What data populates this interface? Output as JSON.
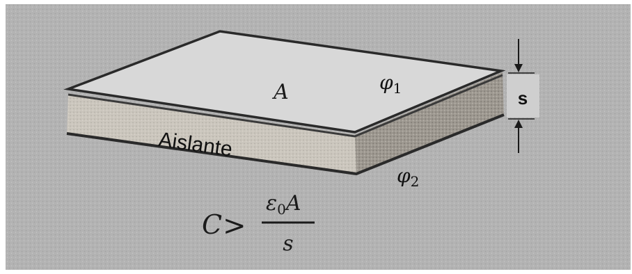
{
  "diagram": {
    "plate_label": "A",
    "insulator_label": "Aislante",
    "phi_top": {
      "symbol": "φ",
      "subscript": "1"
    },
    "phi_bottom": {
      "symbol": "φ",
      "subscript": "2"
    },
    "thickness_label": "s",
    "formula": {
      "lhs": "C",
      "operator": ">",
      "numerator_symbol": "ε",
      "numerator_subscript": "0",
      "numerator_tail": "A",
      "denominator": "s"
    }
  },
  "colors": {
    "background": "#b5b5b5",
    "plate_top": "#d8d8d8",
    "edge": "#2a2a2a",
    "insulator": "#c4bfb7",
    "thickness_box": "#cfcfcf",
    "frame": "#ffffff"
  }
}
